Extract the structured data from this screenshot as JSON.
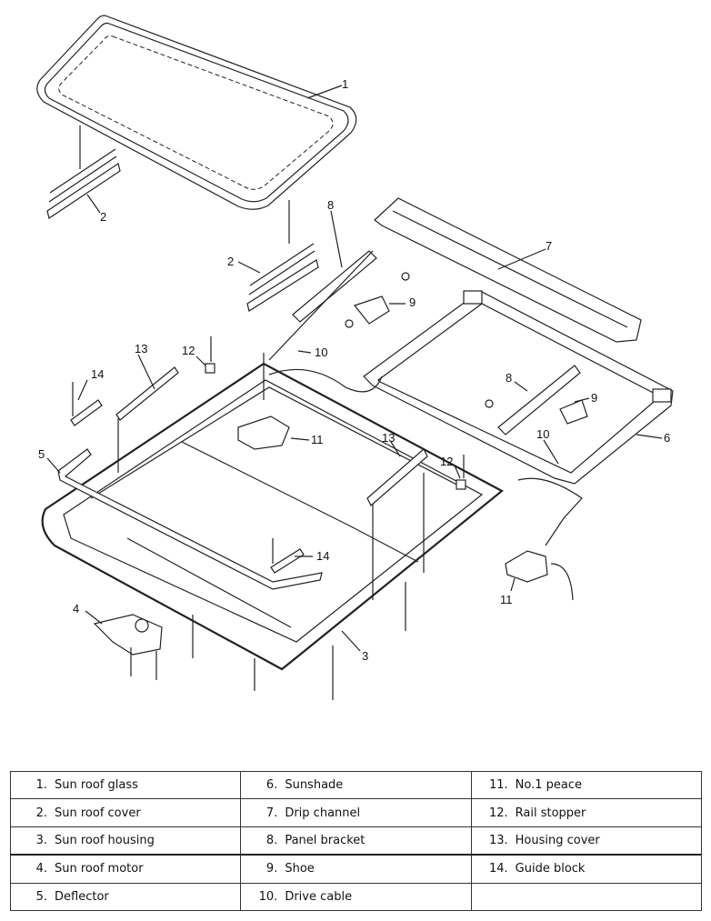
{
  "callouts": [
    "1",
    "2",
    "2",
    "3",
    "4",
    "5",
    "6",
    "7",
    "8",
    "8",
    "9",
    "9",
    "10",
    "10",
    "11",
    "11",
    "12",
    "12",
    "13",
    "13",
    "14",
    "14"
  ],
  "legend": {
    "rows": [
      [
        {
          "num": "1.",
          "label": "Sun roof glass"
        },
        {
          "num": "6.",
          "label": "Sunshade"
        },
        {
          "num": "11.",
          "label": "No.1 peace"
        }
      ],
      [
        {
          "num": "2.",
          "label": "Sun roof cover"
        },
        {
          "num": "7.",
          "label": "Drip channel"
        },
        {
          "num": "12.",
          "label": "Rail stopper"
        }
      ],
      [
        {
          "num": "3.",
          "label": "Sun roof housing"
        },
        {
          "num": "8.",
          "label": "Panel bracket"
        },
        {
          "num": "13.",
          "label": "Housing cover"
        }
      ],
      [
        {
          "num": "4.",
          "label": "Sun roof motor"
        },
        {
          "num": "9.",
          "label": "Shoe"
        },
        {
          "num": "14.",
          "label": "Guide block"
        }
      ],
      [
        {
          "num": "5.",
          "label": "Deflector"
        },
        {
          "num": "10.",
          "label": "Drive cable"
        },
        {
          "num": "",
          "label": ""
        }
      ]
    ]
  }
}
